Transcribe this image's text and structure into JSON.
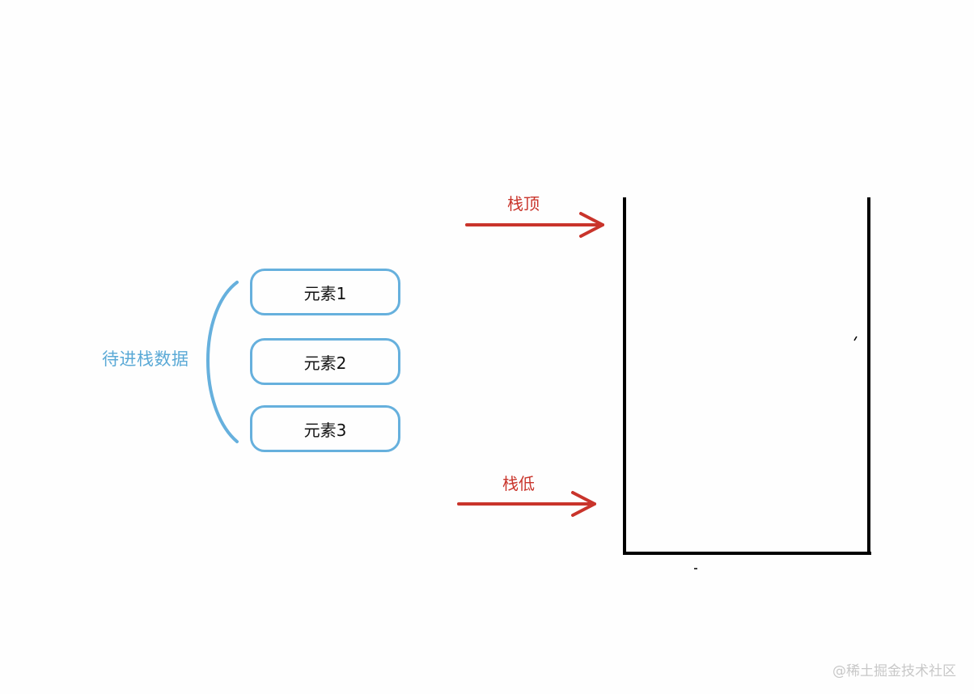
{
  "group_label": "待进栈数据",
  "elements": [
    "元素1",
    "元素2",
    "元素3"
  ],
  "stack": {
    "top_label": "栈顶",
    "bottom_label": "栈低"
  },
  "watermark": "@稀土掘金技术社区",
  "colors": {
    "bracket": "#66b0dd",
    "element_border": "#66b0dd",
    "group_label": "#5aa9d6",
    "arrow": "#c9342b",
    "stack_wall": "#000000"
  }
}
